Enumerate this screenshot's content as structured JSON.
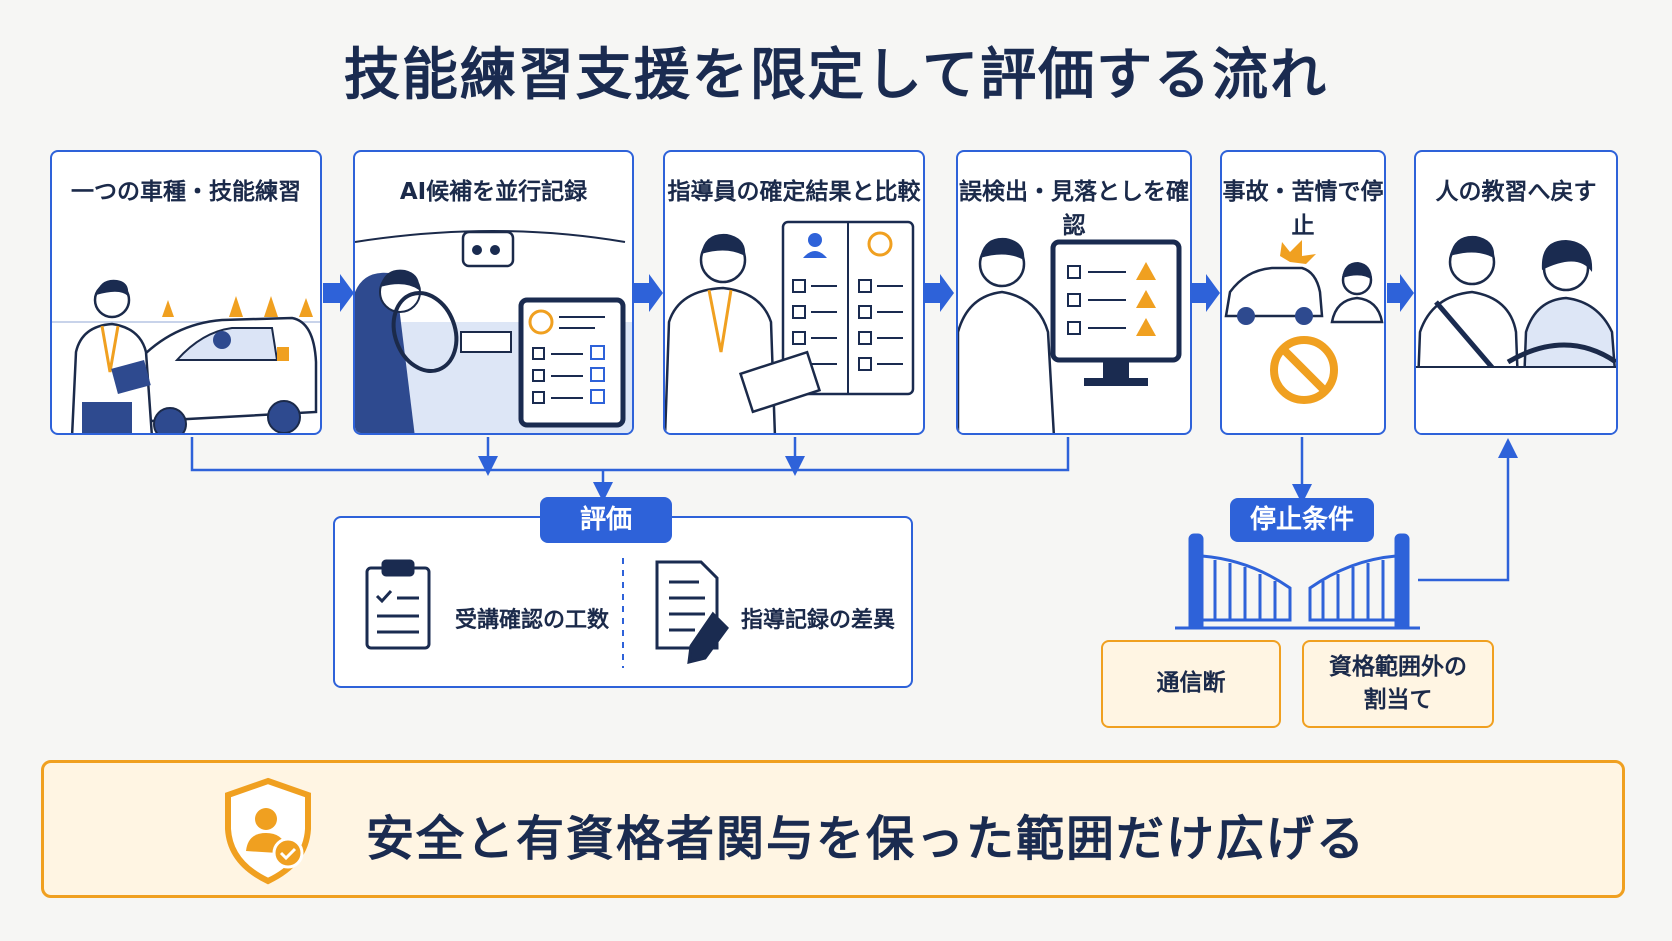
{
  "title": "技能練習支援を限定して評価する流れ",
  "steps": [
    {
      "label": "一つの車種・技能練習",
      "icon": "instructor-with-car-icon"
    },
    {
      "label": "AI候補を並行記録",
      "icon": "driver-with-ai-tablet-icon"
    },
    {
      "label": "指導員の確定結果と比較",
      "icon": "instructor-comparison-icon"
    },
    {
      "label": "誤検出・見落としを確認",
      "icon": "monitor-warning-icon"
    },
    {
      "label": "事故・苦情で停止",
      "icon": "accident-stop-icon"
    },
    {
      "label": "人の教習へ戻す",
      "icon": "instructor-and-student-icon"
    }
  ],
  "evaluation": {
    "title": "評価",
    "items": [
      {
        "label": "受講確認の工数",
        "icon": "clipboard-icon"
      },
      {
        "label": "指導記録の差異",
        "icon": "document-pen-icon"
      }
    ]
  },
  "stop": {
    "title": "停止条件",
    "conditions": [
      "通信断",
      "資格範囲外の\n割当て"
    ]
  },
  "banner": {
    "text": "安全と有資格者関与を保った範囲だけ広げる",
    "icon": "shield-user-check-icon"
  },
  "colors": {
    "blue": "#2e62d9",
    "navy": "#1a2b50",
    "orange": "#f0a020",
    "cream": "#fff5e3"
  }
}
